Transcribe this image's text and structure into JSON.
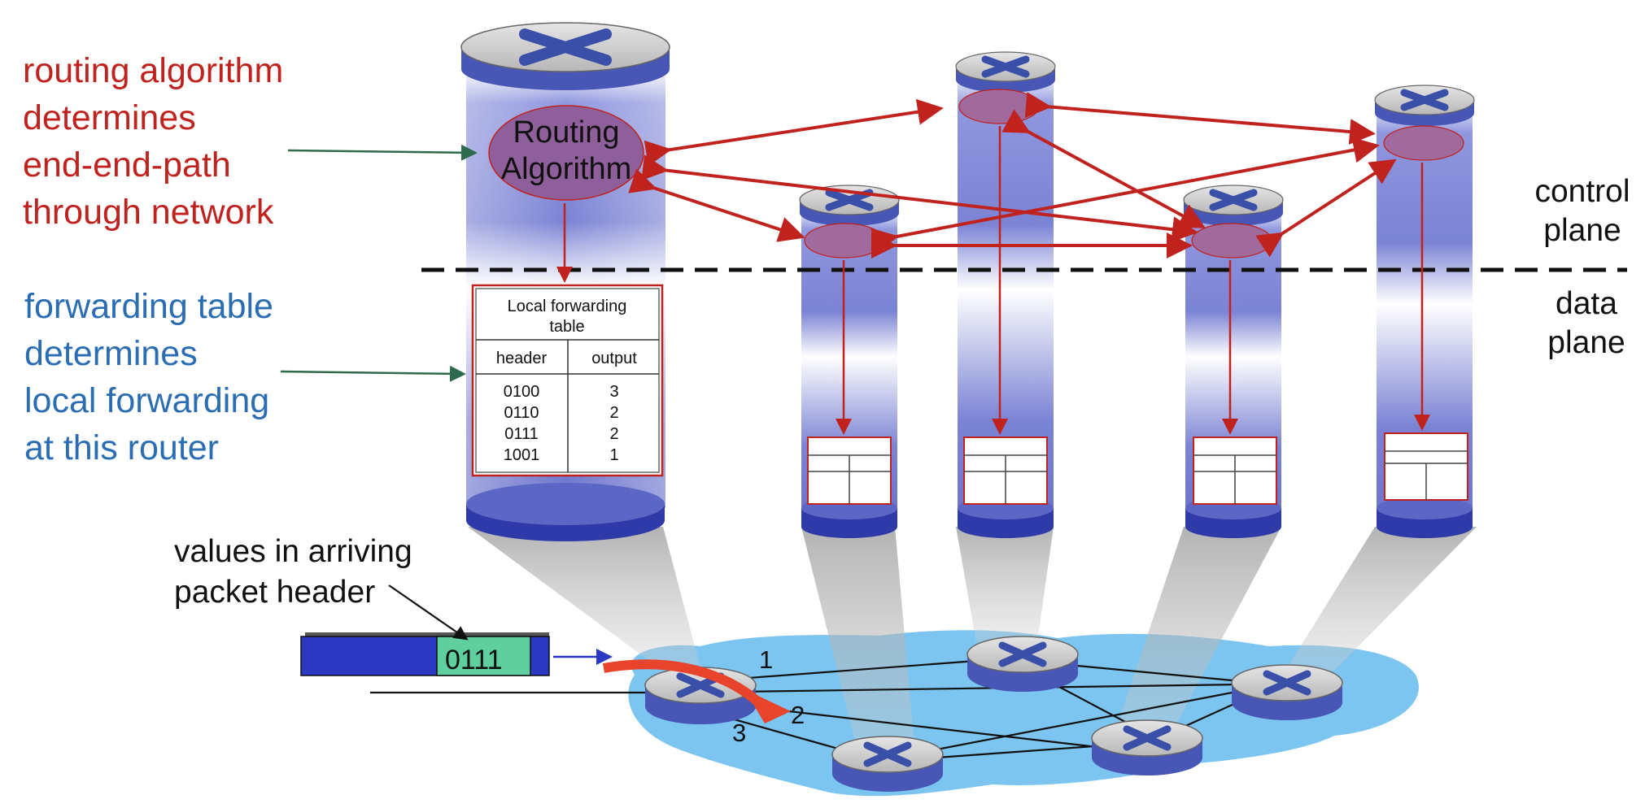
{
  "annotations": {
    "routing_lines": [
      "routing algorithm",
      "determines",
      "end-end-path",
      "through network"
    ],
    "forwarding_lines": [
      "forwarding table",
      "determines",
      "local forwarding",
      "at this router"
    ],
    "values_lines": [
      "values in arriving",
      "packet header"
    ],
    "control_plane": [
      "control",
      "plane"
    ],
    "data_plane": [
      "data",
      "plane"
    ]
  },
  "routing_box": {
    "line1": "Routing",
    "line2": "Algorithm"
  },
  "forwarding_table": {
    "title_line1": "Local forwarding",
    "title_line2": "table",
    "columns": [
      "header",
      "output"
    ],
    "rows": [
      {
        "header": "0100",
        "output": "3"
      },
      {
        "header": "0110",
        "output": "2"
      },
      {
        "header": "0111",
        "output": "2"
      },
      {
        "header": "1001",
        "output": "1"
      }
    ]
  },
  "packet": {
    "header_value": "0111"
  },
  "ports": {
    "p1": "1",
    "p2": "2",
    "p3": "3"
  },
  "colors": {
    "red_text": "#c0221e",
    "blue_text": "#2a6db3",
    "arrow_red": "#c0221e",
    "network_cloud": "#7cc5f0",
    "router_gray": "#c9c9c9",
    "router_x": "#3a4fa8",
    "packet_blue": "#2b39c2",
    "packet_green": "#5fcf9e",
    "green_arrow": "#2e6b4d"
  }
}
